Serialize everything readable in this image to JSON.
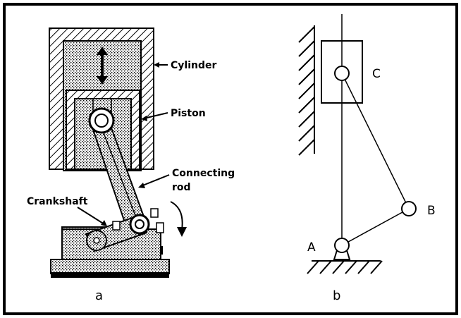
{
  "panel_a": {
    "caption": "a",
    "labels": {
      "cylinder": "Cylinder",
      "piston": "Piston",
      "connecting_line1": "Connecting",
      "connecting_line2": "rod",
      "crankshaft": "Crankshaft"
    }
  },
  "panel_b": {
    "caption": "b",
    "points": {
      "a": "A",
      "b": "B",
      "c": "C"
    }
  },
  "colors": {
    "ink": "#000000",
    "background": "#ffffff",
    "fill_dots": "#8a8a8a"
  }
}
